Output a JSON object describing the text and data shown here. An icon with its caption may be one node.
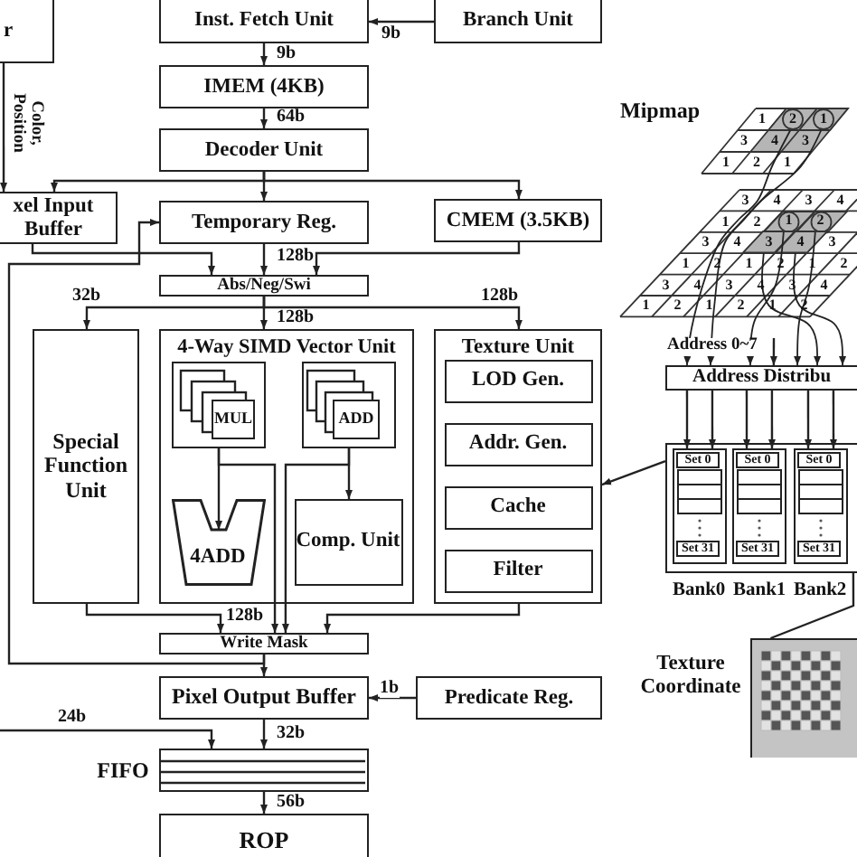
{
  "diagram": {
    "nodes": [
      {
        "text": [
          "r"
        ]
      },
      {
        "text": [
          "Inst. Fetch Unit"
        ]
      },
      {
        "text": [
          "Branch Unit"
        ]
      },
      {
        "text": [
          "IMEM (4KB)"
        ]
      },
      {
        "text": [
          "Decoder Unit"
        ]
      },
      {
        "text": [
          "xel Input Buffer"
        ]
      },
      {
        "text": [
          "Temporary Reg."
        ]
      },
      {
        "text": [
          "CMEM (3.5KB)"
        ]
      },
      {
        "text": [
          "Abs/Neg/Swi"
        ]
      },
      {
        "text": [
          "Special Function Unit"
        ]
      },
      {
        "text": [
          "4-Way SIMD Vector Unit"
        ]
      },
      {
        "text": [],
        "shape": "box",
        "in": 10
      },
      {
        "text": [
          "MUL"
        ],
        "in": 11
      },
      {
        "text": [],
        "shape": "box",
        "in": 10
      },
      {
        "text": [
          "ADD"
        ],
        "in": 13
      },
      {
        "text": [
          "4ADD"
        ],
        "in": 10
      },
      {
        "text": [
          "Comp. Unit"
        ],
        "in": 10
      },
      {
        "text": [
          "Texture Unit"
        ]
      },
      {
        "text": [
          "LOD Gen."
        ],
        "in": 17
      },
      {
        "text": [
          "Addr. Gen."
        ],
        "in": 17
      },
      {
        "text": [
          "Cache"
        ],
        "in": 17
      },
      {
        "text": [
          "Filter"
        ],
        "in": 17
      },
      {
        "text": [
          "Write Mask"
        ]
      },
      {
        "text": [
          "Pixel Output Buffer"
        ]
      },
      {
        "text": [
          "Predicate Reg."
        ]
      },
      {
        "text": [],
        "shape": "box",
        "beside": [
          "FIFO"
        ]
      },
      {
        "text": [
          "ROP"
        ]
      },
      {
        "text": [
          "Address Distribu"
        ]
      },
      {
        "text": [],
        "shape": "box"
      },
      {
        "text": [],
        "shape": "box",
        "in": 28
      },
      {
        "text": [
          "Set 0"
        ],
        "in": 29
      },
      {
        "text": [
          "Set 31"
        ],
        "in": 29
      },
      {
        "text": [],
        "shape": "box",
        "in": 28
      },
      {
        "text": [
          "Set 0"
        ],
        "in": 32
      },
      {
        "text": [
          "Set 31"
        ],
        "in": 32
      },
      {
        "text": [],
        "shape": "box",
        "in": 28
      },
      {
        "text": [
          "Set 0"
        ],
        "in": 35
      },
      {
        "text": [
          "Set 31"
        ],
        "in": 35
      },
      {
        "text": [],
        "shape": "picture",
        "beside": [
          "Texture Coordinate"
        ]
      },
      {
        "text": [
          "2"
        ]
      },
      {
        "text": [
          "1"
        ]
      },
      {
        "text": [
          "1"
        ]
      },
      {
        "text": [
          "2"
        ]
      },
      {
        "text": [
          "3"
        ]
      },
      {
        "text": [
          "4"
        ]
      }
    ],
    "edges": [
      {
        "from": 2,
        "to": 1,
        "arrow": "to",
        "label": "9b"
      },
      {
        "from": 1,
        "to": 3,
        "arrow": "to",
        "label": "9b"
      },
      {
        "from": 3,
        "to": 4,
        "arrow": "to",
        "label": "64b"
      },
      {
        "from": 4,
        "to": 6,
        "arrow": "to"
      },
      {
        "from": 4,
        "to": 5,
        "arrow": "to"
      },
      {
        "from": 4,
        "to": 7,
        "arrow": "to"
      },
      {
        "from": 6,
        "to": 8,
        "arrow": "to",
        "label": "128b"
      },
      {
        "from": 5,
        "to": 8,
        "arrow": "to"
      },
      {
        "from": 7,
        "to": 8,
        "arrow": "to"
      },
      {
        "from": 8,
        "to": 10,
        "arrow": "to",
        "label": "128b"
      },
      {
        "from": 8,
        "to": 9,
        "arrow": "to",
        "label": "32b"
      },
      {
        "from": 8,
        "to": 17,
        "arrow": "to",
        "label": "128b"
      },
      {
        "from": 11,
        "to": 15,
        "arrow": "to"
      },
      {
        "from": 11,
        "to": 22,
        "arrow": "to"
      },
      {
        "from": 13,
        "to": 16,
        "arrow": "to"
      },
      {
        "from": 13,
        "to": 22,
        "arrow": "to"
      },
      {
        "from": 9,
        "to": 22,
        "arrow": "to",
        "label": "128b"
      },
      {
        "from": 17,
        "to": 22,
        "arrow": "to"
      },
      {
        "from": 22,
        "to": 23,
        "arrow": "to"
      },
      {
        "from": 22,
        "to": 6,
        "arrow": "to"
      },
      {
        "from": 24,
        "to": 23,
        "arrow": "to",
        "label": "1b"
      },
      {
        "from": 23,
        "to": 25,
        "arrow": "to",
        "label": "32b"
      },
      {
        "from": null,
        "to": 25,
        "arrow": "to",
        "label": "24b"
      },
      {
        "from": 25,
        "to": 26,
        "arrow": "to",
        "label": "56b"
      },
      {
        "from": 0,
        "to": 5,
        "arrow": "to",
        "label": "Color, Position"
      },
      {
        "from": null,
        "to": 27,
        "arrow": "to",
        "label": "Address 0~7"
      },
      {
        "from": 27,
        "to": 29,
        "arrow": "to"
      },
      {
        "from": 27,
        "to": 29,
        "arrow": "to"
      },
      {
        "from": 27,
        "to": 32,
        "arrow": "to"
      },
      {
        "from": 27,
        "to": 32,
        "arrow": "to"
      },
      {
        "from": 27,
        "to": 35,
        "arrow": "to"
      },
      {
        "from": 27,
        "to": 35,
        "arrow": "to"
      },
      {
        "from": 28,
        "to": 17,
        "arrow": "to"
      },
      {
        "from": 38,
        "to": 28,
        "arrow": "none"
      },
      {
        "from": 39,
        "to": 27,
        "arrow": "to"
      },
      {
        "from": 40,
        "to": 27,
        "arrow": "to"
      },
      {
        "from": 41,
        "to": 27,
        "arrow": "to"
      },
      {
        "from": 42,
        "to": 27,
        "arrow": "to"
      },
      {
        "from": 43,
        "to": 27,
        "arrow": "to"
      },
      {
        "from": 44,
        "to": 27,
        "arrow": "to"
      }
    ],
    "labels": [
      "Mipmap",
      "1",
      "3",
      "4",
      "3",
      "1",
      "2",
      "1",
      "3",
      "4",
      "3",
      "4",
      "1",
      "2",
      "3",
      "4",
      "3",
      "1",
      "2",
      "1",
      "2",
      "1",
      "2",
      "3",
      "4",
      "3",
      "4",
      "3",
      "4",
      "1",
      "2",
      "1",
      "2",
      "1",
      "2",
      "Bank0",
      "Bank1",
      "Bank2"
    ]
  }
}
